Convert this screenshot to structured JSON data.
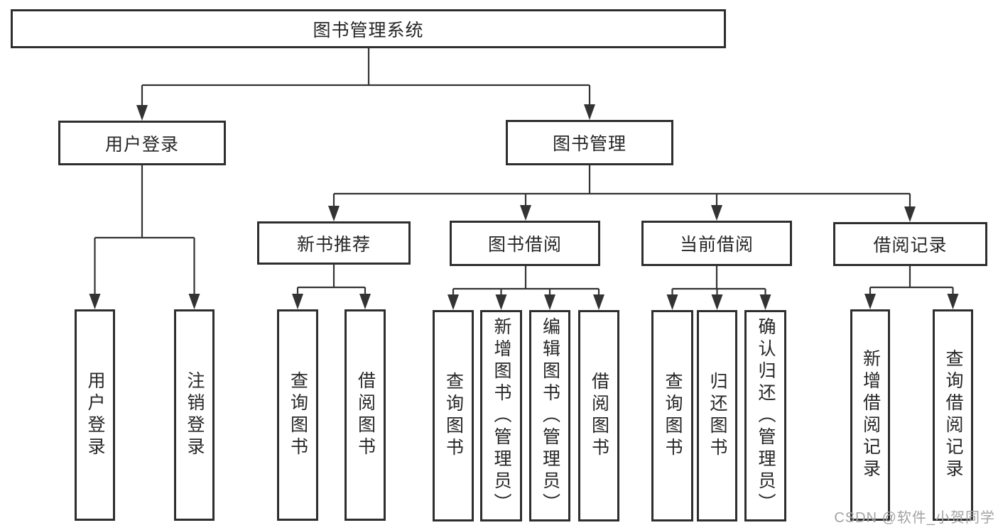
{
  "diagram": {
    "root": "图书管理系统",
    "branches": [
      {
        "label": "用户登录",
        "children": [
          "用户登录",
          "注销登录"
        ]
      },
      {
        "label": "图书管理",
        "children": [
          {
            "label": "新书推荐",
            "children": [
              "查询图书",
              "借阅图书"
            ]
          },
          {
            "label": "图书借阅",
            "children": [
              "查询图书",
              "新增图书（管理员）",
              "编辑图书（管理员）",
              "借阅图书"
            ]
          },
          {
            "label": "当前借阅",
            "children": [
              "查询图书",
              "归还图书",
              "确认归还（管理员）"
            ]
          },
          {
            "label": "借阅记录",
            "children": [
              "新增借阅记录",
              "查询借阅记录"
            ]
          }
        ]
      }
    ]
  },
  "watermark": {
    "text": "CSDN @软件_小贺同学"
  },
  "colors": {
    "line": "#333333",
    "box_border": "#2e2e2e",
    "box_fill": "#ffffff",
    "text": "#262626",
    "watermark": "#a3a3a3"
  }
}
